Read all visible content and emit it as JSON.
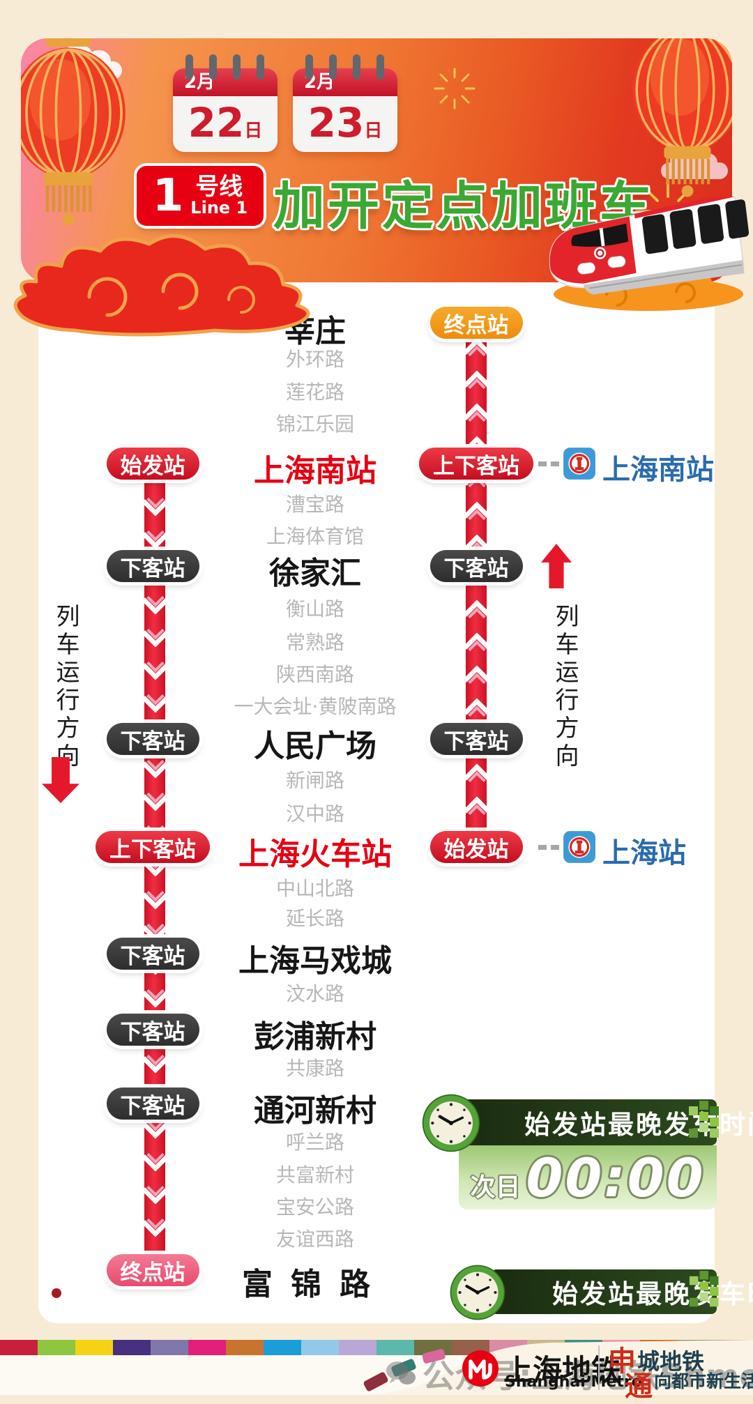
{
  "colors": {
    "line_red": "#e5182b",
    "station_red": "#e60012",
    "rail_blue": "#2a6cad",
    "title_green": "#3aa832",
    "badge_orange": "#f49c1d",
    "badge_pink": "#ee5f7d",
    "banner_dark_green": "#233a17",
    "banner_light_green": "#cde6a8"
  },
  "header": {
    "calendars": [
      {
        "month": "2月",
        "day": "22",
        "suffix": "日"
      },
      {
        "month": "2月",
        "day": "23",
        "suffix": "日"
      }
    ],
    "line_badge": {
      "number": "1",
      "name": "号线",
      "en": "Line 1"
    },
    "title": "加开定点加班车"
  },
  "down_line": {
    "direction": "列车运行方向",
    "majors": [
      {
        "name": "莘庄"
      },
      {
        "badge": "始发站",
        "name": "上海南站"
      },
      {
        "badge": "下客站",
        "name": "徐家汇"
      },
      {
        "badge": "下客站",
        "name": "人民广场"
      },
      {
        "badge": "上下客站",
        "name": "上海火车站"
      },
      {
        "badge": "下客站",
        "name": "上海马戏城"
      },
      {
        "badge": "下客站",
        "name": "彭浦新村"
      },
      {
        "badge": "下客站",
        "name": "通河新村"
      },
      {
        "badge": "终点站",
        "name": "富锦路"
      }
    ],
    "minors": [
      "外环路",
      "莲花路",
      "锦江乐园",
      "漕宝路",
      "上海体育馆",
      "衡山路",
      "常熟路",
      "陕西南路",
      "一大会址·黄陂南路",
      "新闸路",
      "汉中路",
      "中山北路",
      "延长路",
      "汶水路",
      "共康路",
      "呼兰路",
      "共富新村",
      "宝安公路",
      "友谊西路"
    ]
  },
  "up_line": {
    "direction": "列车运行方向",
    "terminal": "终点站",
    "stops": [
      {
        "badge": "上下客站",
        "station": "上海南站"
      },
      {
        "badge": "下客站"
      },
      {
        "badge": "下客站"
      },
      {
        "badge": "始发站",
        "station": "上海站"
      }
    ]
  },
  "banners": {
    "title": "始发站最晚发车时间",
    "time_prefix": "次日",
    "time": "00:00"
  },
  "footer": {
    "metro_cn": "上海地铁",
    "metro_en": "Shanghai Metro",
    "shen": "申",
    "tong": "通",
    "slogan_top": "城地铁",
    "slogan_bottom": "向都市新生活",
    "watermark": "公众号:上海地铁Shmetro"
  }
}
